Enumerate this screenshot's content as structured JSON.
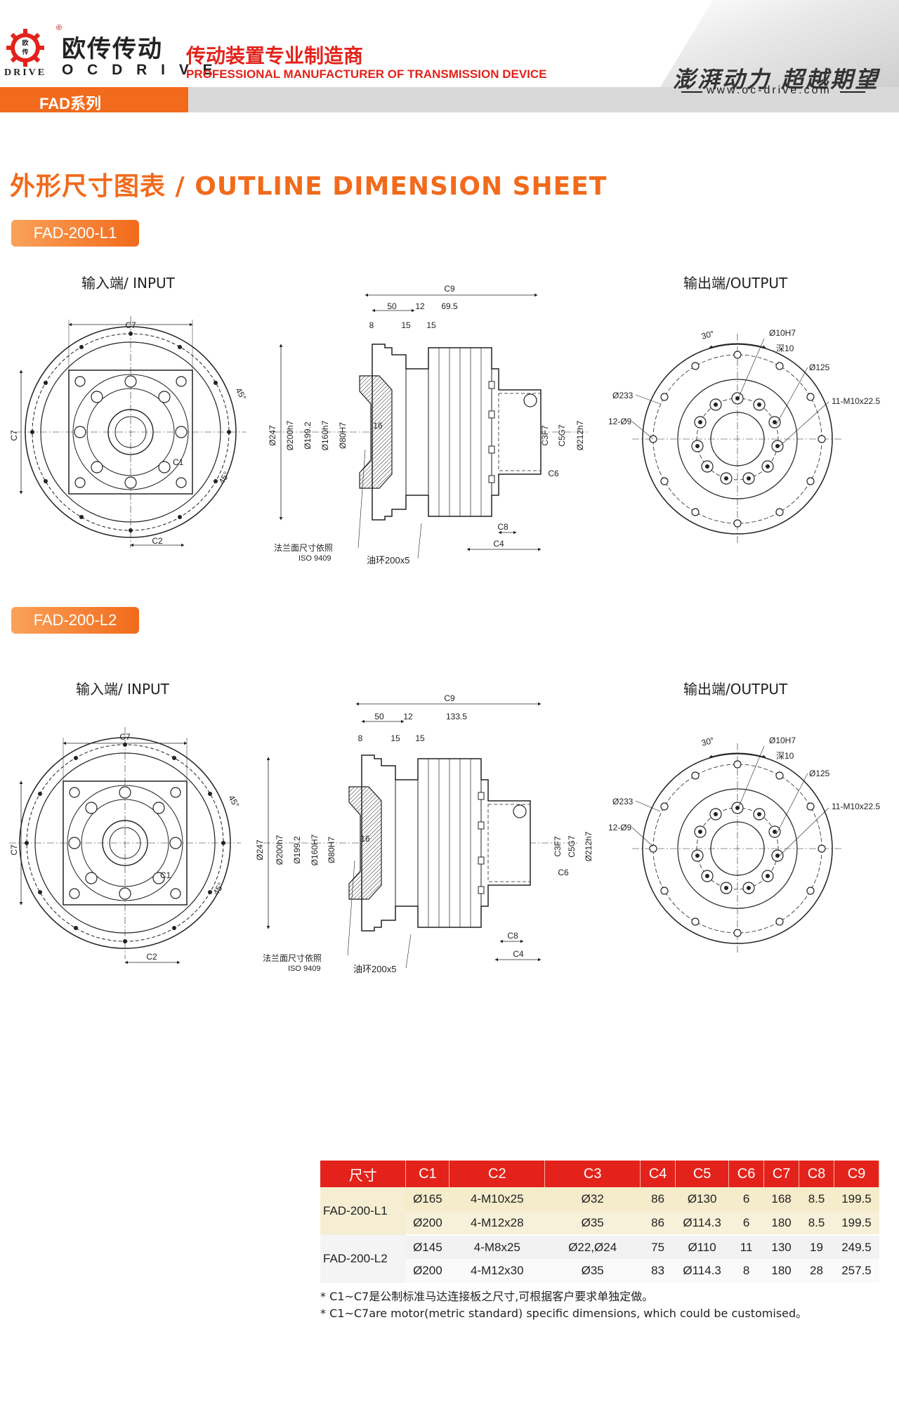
{
  "header": {
    "brand_cn": "欧传传动",
    "brand_en": "OCDRIVE",
    "brand_en_display": "O C D R I V E",
    "drive_text": "DRIVE",
    "logo_glyphs": [
      "欧",
      "传"
    ],
    "tagline_cn": "传动装置专业制造商",
    "tagline_en": "PROFESSIONAL MANUFACTURER OF TRANSMISSION DEVICE",
    "slogan": "澎湃动力  超越期望",
    "website": "www.oc-drive.com",
    "series": "FAD系列",
    "colors": {
      "orange": "#f26a1b",
      "red": "#e3231b",
      "gray": "#d9d9d9"
    }
  },
  "sheet_title": "外形尺寸图表 / OUTLINE DIMENSION SHEET",
  "sections": [
    {
      "model": "FAD-200-L1",
      "input_label": "输入端/ INPUT",
      "output_label": "输出端/OUTPUT",
      "input_labels": {
        "c7_h": "C7",
        "c7_v": "C7",
        "c1": "C1",
        "c2": "C2",
        "angle_a": "45°",
        "angle_b": "45°"
      },
      "side_labels": {
        "c9": "C9",
        "d50": "50",
        "d12": "12",
        "d695": "69.5",
        "d8": "8",
        "d15a": "15",
        "d15b": "15",
        "d247": "Ø247",
        "d200": "Ø200h7",
        "d1992": "Ø199.2",
        "d160": "Ø160h7",
        "d80": "Ø80H7",
        "d16": "16",
        "c3": "C3F7",
        "c5": "C5G7",
        "d212": "Ø212h7",
        "c6": "C6",
        "c8": "C8",
        "c4": "C4",
        "flange_note": "法兰面尺寸依照",
        "iso": "ISO 9409",
        "oil_ring": "油环200x5"
      },
      "output_labels": {
        "angle": "30°",
        "d10": "Ø10H7",
        "depth": "深10",
        "d125": "Ø125",
        "d233": "Ø233",
        "m10": "11-M10x22.5",
        "holes": "12-Ø9"
      }
    },
    {
      "model": "FAD-200-L2",
      "input_label": "输入端/ INPUT",
      "output_label": "输出端/OUTPUT",
      "input_labels": {
        "c7_h": "C7",
        "c7_v": "C7",
        "c1": "C1",
        "c2": "C2",
        "angle_a": "45°",
        "angle_b": "45°"
      },
      "side_labels": {
        "c9": "C9",
        "d50": "50",
        "d12": "12",
        "d695": "133.5",
        "d8": "8",
        "d15a": "15",
        "d15b": "15",
        "d247": "Ø247",
        "d200": "Ø200h7",
        "d1992": "Ø199.2",
        "d160": "Ø160H7",
        "d80": "Ø80H7",
        "d16": "16",
        "c3": "C3F7",
        "c5": "C5G7",
        "d212": "Ø212h7",
        "c6": "C6",
        "c8": "C8",
        "c4": "C4",
        "flange_note": "法兰面尺寸依照",
        "iso": "ISO 9409",
        "oil_ring": "油环200x5"
      },
      "output_labels": {
        "angle": "30°",
        "d10": "Ø10H7",
        "depth": "深10",
        "d125": "Ø125",
        "d233": "Ø233",
        "m10": "11-M10x22.5",
        "holes": "12-Ø9"
      }
    }
  ],
  "table": {
    "headers": [
      "尺寸",
      "C1",
      "C2",
      "C3",
      "C4",
      "C5",
      "C6",
      "C7",
      "C8",
      "C9"
    ],
    "groups": [
      {
        "model": "FAD-200-L1",
        "rows": [
          [
            "Ø165",
            "4-M10x25",
            "Ø32",
            "86",
            "Ø130",
            "6",
            "168",
            "8.5",
            "199.5"
          ],
          [
            "Ø200",
            "4-M12x28",
            "Ø35",
            "86",
            "Ø114.3",
            "6",
            "180",
            "8.5",
            "199.5"
          ]
        ]
      },
      {
        "model": "FAD-200-L2",
        "rows": [
          [
            "Ø145",
            "4-M8x25",
            "Ø22,Ø24",
            "75",
            "Ø110",
            "11",
            "130",
            "19",
            "249.5"
          ],
          [
            "Ø200",
            "4-M12x30",
            "Ø35",
            "83",
            "Ø114.3",
            "8",
            "180",
            "28",
            "257.5"
          ]
        ]
      }
    ]
  },
  "notes": [
    "* C1~C7是公制标准马达连接板之尺寸,可根据客户要求单独定做。",
    "* C1~C7are motor(metric standard)  specific dimensions, which could be customised。"
  ]
}
